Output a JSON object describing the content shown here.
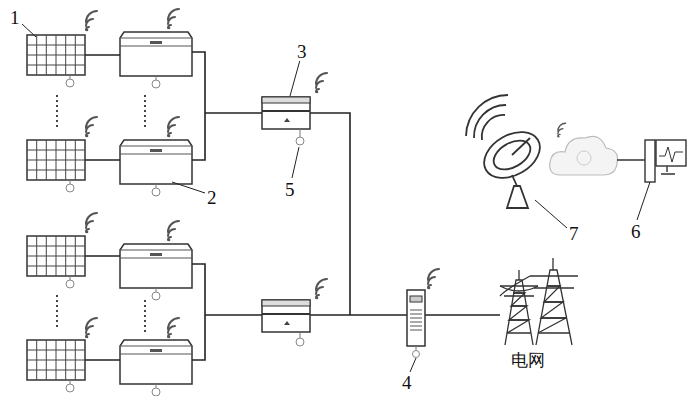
{
  "diagram": {
    "labels": [
      "1",
      "3",
      "7",
      "6",
      "2",
      "5",
      "4",
      "电网"
    ]
  }
}
